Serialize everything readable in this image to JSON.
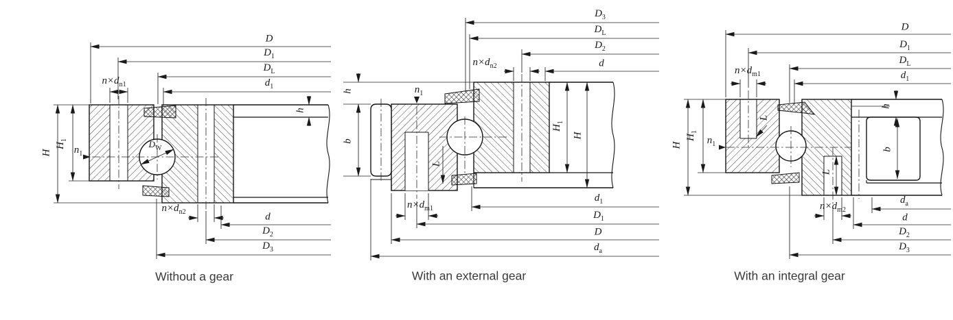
{
  "colors": {
    "line": "#1a1a1a",
    "caption_text": "#3a3a3a",
    "background": "#ffffff"
  },
  "diagrams": [
    {
      "caption": "Without a gear",
      "top": [
        "D",
        "D_{1}",
        "D_{L}",
        "d_{1}"
      ],
      "top_bolt": "n×d_{n1}",
      "bottom": [
        "d",
        "D_{2}",
        "D_{3}"
      ],
      "bottom_bolt": "n×d_{n2}",
      "height": "H",
      "height1": "H_{1}",
      "speed": "n_{1}",
      "ball_diameter": "D_{W}",
      "flange": "h"
    },
    {
      "caption": "With an external gear",
      "top": [
        "D_{3}",
        "D_{L}",
        "D_{2}",
        "d"
      ],
      "top_bolt": "n×d_{n2}",
      "bottom": [
        "d_{1}",
        "D_{1}",
        "D",
        "d_{a}"
      ],
      "bottom_bolt": "n×d_{m1}",
      "height": "H",
      "height1": "H_{1}",
      "speed": "n_{1}",
      "flange": "h",
      "gear_width": "b",
      "thread": "L"
    },
    {
      "caption": "With an integral gear",
      "top": [
        "D",
        "D_{1}",
        "D_{L}",
        "d_{1}"
      ],
      "top_bolt": "n×d_{m1}",
      "bottom": [
        "d_{a}",
        "d",
        "D_{2}",
        "D_{3}"
      ],
      "bottom_bolt": "n×d_{m2}",
      "height": "H",
      "height1": "H_{1}",
      "speed": "n_{1}",
      "flange": "h",
      "gear_width": "b",
      "thread_top": "L",
      "thread_bottom": "L"
    }
  ]
}
